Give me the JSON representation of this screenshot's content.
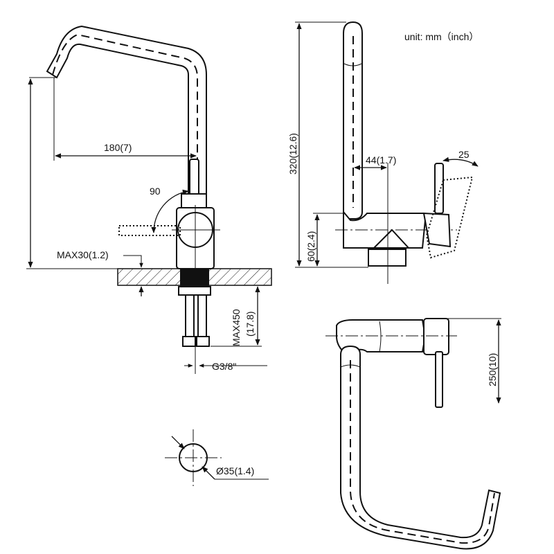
{
  "unit_note": "unit: mm（inch）",
  "dimensions": {
    "spout_reach": "180(7)",
    "swivel_angle": "90",
    "max_deck": "MAX30(1.2)",
    "max_hose": "MAX450",
    "max_hose_inch": "(17.8)",
    "connector": "G3/8\"",
    "hole_diameter": "Ø35(1.4)",
    "height": "320(12.6)",
    "handle_offset": "44(1.7)",
    "handle_angle": "25",
    "base_height": "60(2.4)",
    "top_depth": "250(10)"
  }
}
